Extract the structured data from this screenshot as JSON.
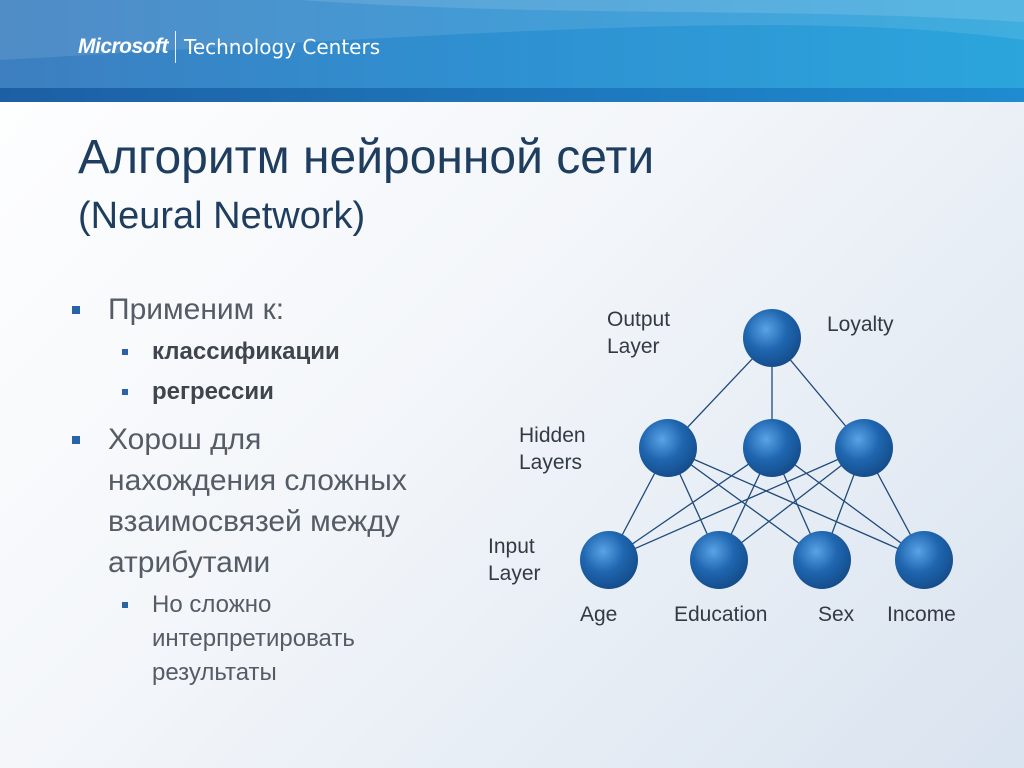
{
  "header": {
    "brand_microsoft": "Microsoft",
    "brand_centers": "Technology Centers"
  },
  "title": "Алгоритм нейронной сети",
  "subtitle": "(Neural Network)",
  "bullets": [
    {
      "text": "Применим к:",
      "sub": [
        "классификации",
        "регрессии"
      ]
    },
    {
      "text_lines": [
        "Хорош для",
        "нахождения сложных",
        "взаимосвязей между",
        "атрибутами"
      ],
      "sub_lines": [
        "Но сложно",
        "интерпретировать",
        "результаты"
      ]
    }
  ],
  "diagram": {
    "labels": {
      "output_layer": [
        "Output",
        "Layer"
      ],
      "hidden_layers": [
        "Hidden",
        "Layers"
      ],
      "input_layer": [
        "Input",
        "Layer"
      ]
    },
    "output_node": "Loyalty",
    "input_nodes": [
      "Age",
      "Education",
      "Sex",
      "Income"
    ],
    "colors": {
      "node": "#1f66b0",
      "node_light": "#4b95dc",
      "edge": "#1f4a7a"
    }
  },
  "colors": {
    "header_blue": "#2f8fd0",
    "title_text": "#1f3d5e",
    "bullet_mark": "#2a62a8",
    "body_text": "#555c66"
  }
}
